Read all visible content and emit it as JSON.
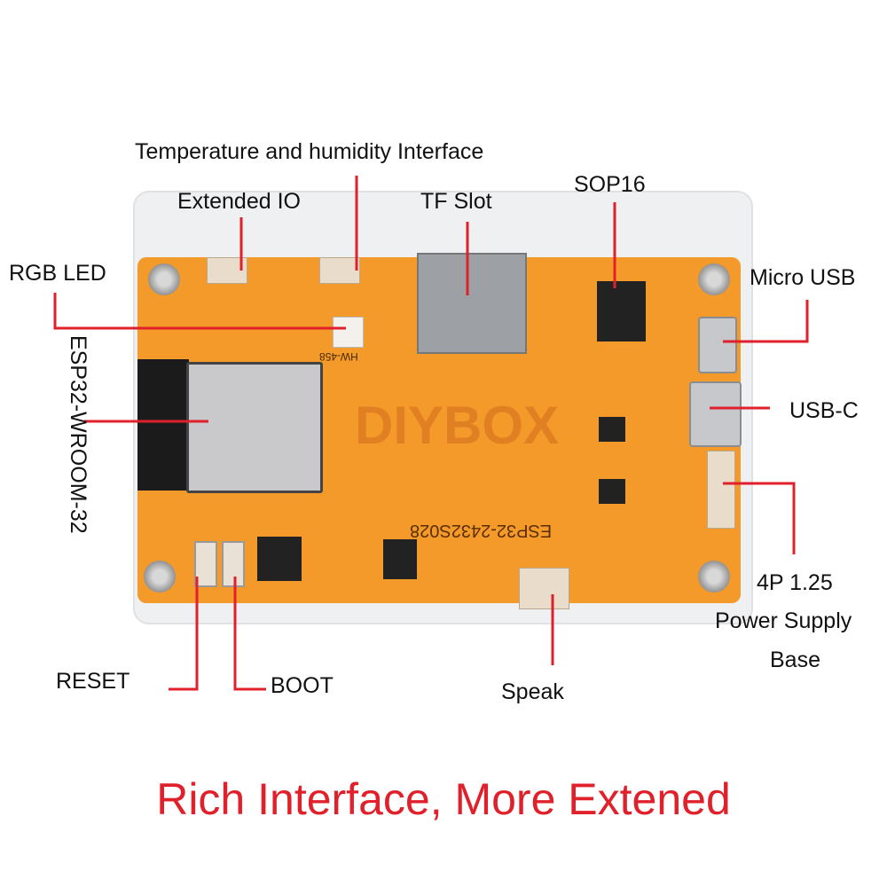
{
  "labels": {
    "temperature_interface": "Temperature and humidity Interface",
    "extended_io": "Extended IO",
    "tf_slot": "TF Slot",
    "sop16": "SOP16",
    "rgb_led": "RGB LED",
    "esp32": "ESP32-WROOM-32",
    "micro_usb": "Micro USB",
    "usb_c": "USB-C",
    "power_supply": [
      "4P 1.25",
      "Power Supply",
      "Base"
    ],
    "reset": "RESET",
    "boot": "BOOT",
    "speak": "Speak"
  },
  "board": {
    "model": "ESP32-2432S028",
    "module_marking": "HW-458",
    "watermark": "DIYBOX"
  },
  "title": "Rich Interface, More Extened",
  "colors": {
    "accent": "#e0202a",
    "pcb": "#f39a2a"
  }
}
